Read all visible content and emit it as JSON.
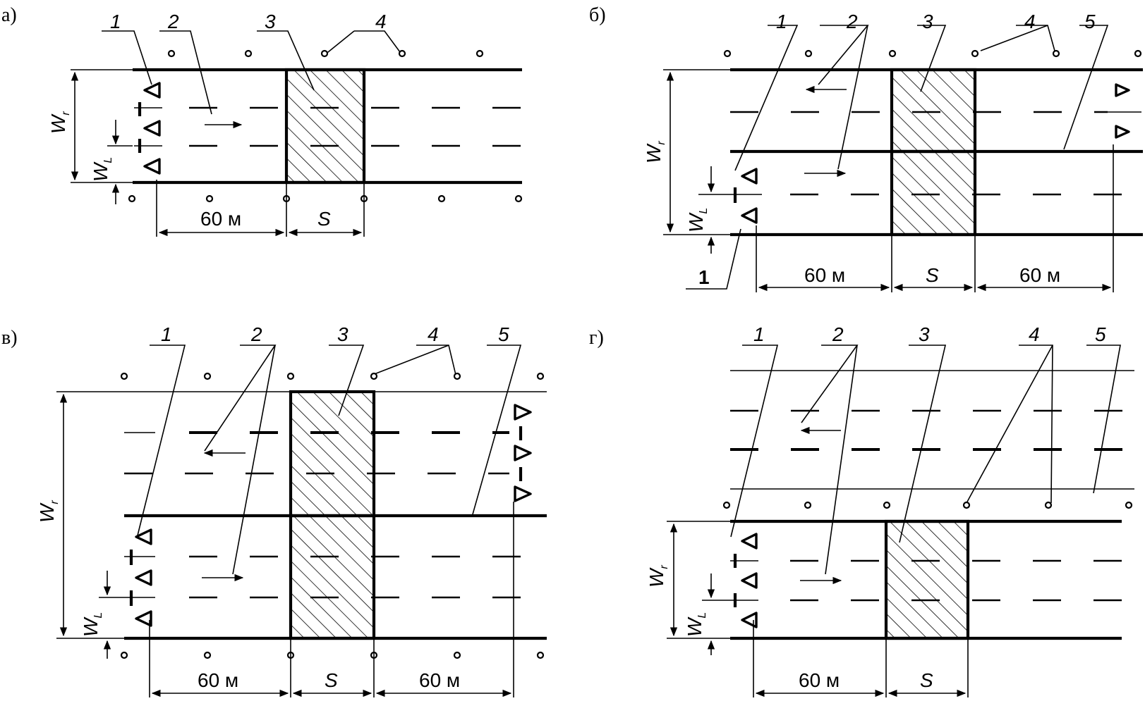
{
  "panels": {
    "a": {
      "label": "а)",
      "callouts": [
        "1",
        "2",
        "3",
        "4"
      ],
      "dim_60": "60 м",
      "dim_s": "S",
      "wr": "W",
      "wr_sub": "r",
      "wl": "W",
      "wl_sub": "L"
    },
    "b": {
      "label": "б)",
      "callouts": [
        "1",
        "2",
        "3",
        "4",
        "5"
      ],
      "callout_bottom": "1",
      "dim_60_left": "60 м",
      "dim_s": "S",
      "dim_60_right": "60 м",
      "wr": "W",
      "wr_sub": "r",
      "wl": "W",
      "wl_sub": "L"
    },
    "c": {
      "label": "в)",
      "callouts": [
        "1",
        "2",
        "3",
        "4",
        "5"
      ],
      "dim_60_left": "60 м",
      "dim_s": "S",
      "dim_60_right": "60 м",
      "wr": "W",
      "wr_sub": "r",
      "wl": "W",
      "wl_sub": "L"
    },
    "d": {
      "label": "г)",
      "callouts": [
        "1",
        "2",
        "3",
        "4",
        "5"
      ],
      "dim_60": "60 м",
      "dim_s": "S",
      "wr": "W",
      "wr_sub": "r",
      "wl": "W",
      "wl_sub": "L"
    }
  }
}
